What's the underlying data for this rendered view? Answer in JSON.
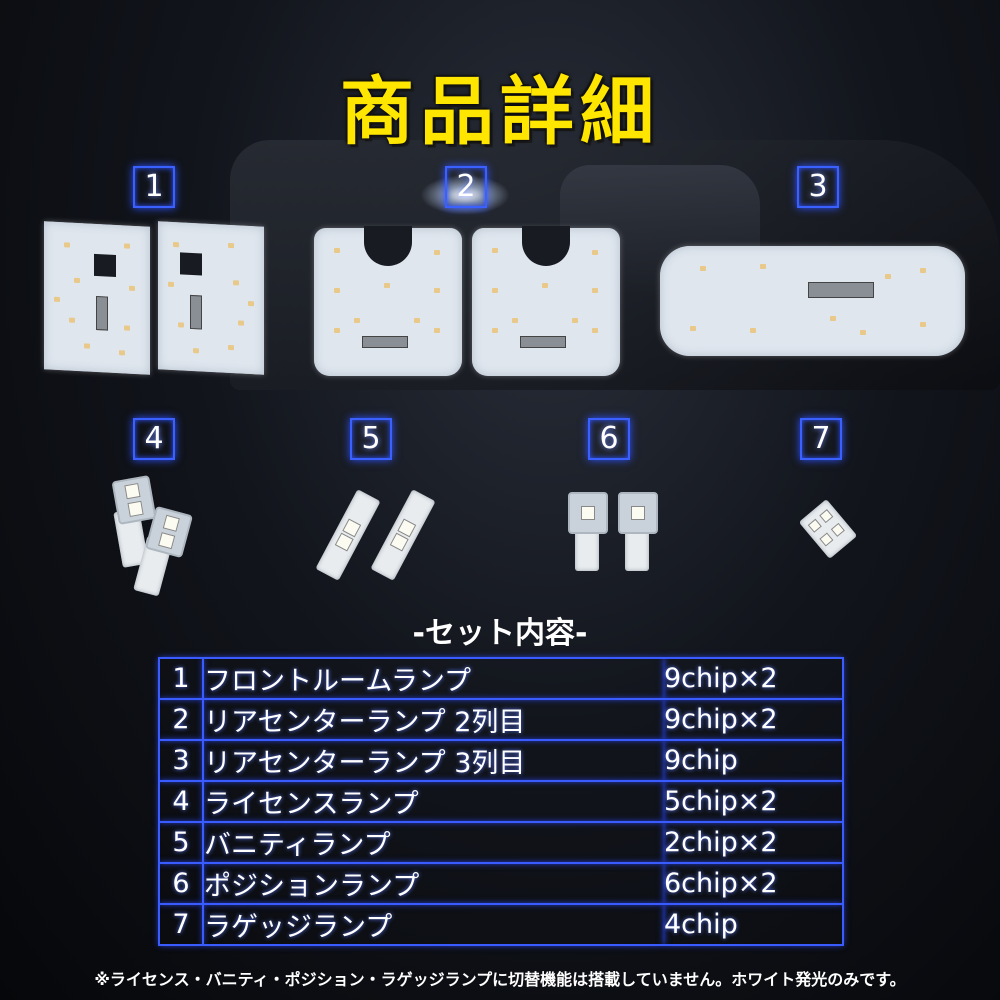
{
  "title": "商品詳細",
  "numbers": [
    "1",
    "2",
    "3",
    "4",
    "5",
    "6",
    "7"
  ],
  "subtitle": "-セット内容-",
  "items": [
    {
      "idx": "1",
      "name": "フロントルームランプ",
      "qty": "9chip×2"
    },
    {
      "idx": "2",
      "name": "リアセンターランプ 2列目",
      "qty": "9chip×2"
    },
    {
      "idx": "3",
      "name": "リアセンターランプ 3列目",
      "qty": "9chip"
    },
    {
      "idx": "4",
      "name": "ライセンスランプ",
      "qty": "5chip×2"
    },
    {
      "idx": "5",
      "name": "バニティランプ",
      "qty": "2chip×2"
    },
    {
      "idx": "6",
      "name": "ポジションランプ",
      "qty": "6chip×2"
    },
    {
      "idx": "7",
      "name": "ラゲッジランプ",
      "qty": "4chip"
    }
  ],
  "note": "※ライセンス・バニティ・ポジション・ラゲッジランプに切替機能は搭載していません。ホワイト発光のみです。",
  "colors": {
    "title": "#ffe600",
    "frame": "#3a5cff",
    "background": "#0b0d12"
  }
}
